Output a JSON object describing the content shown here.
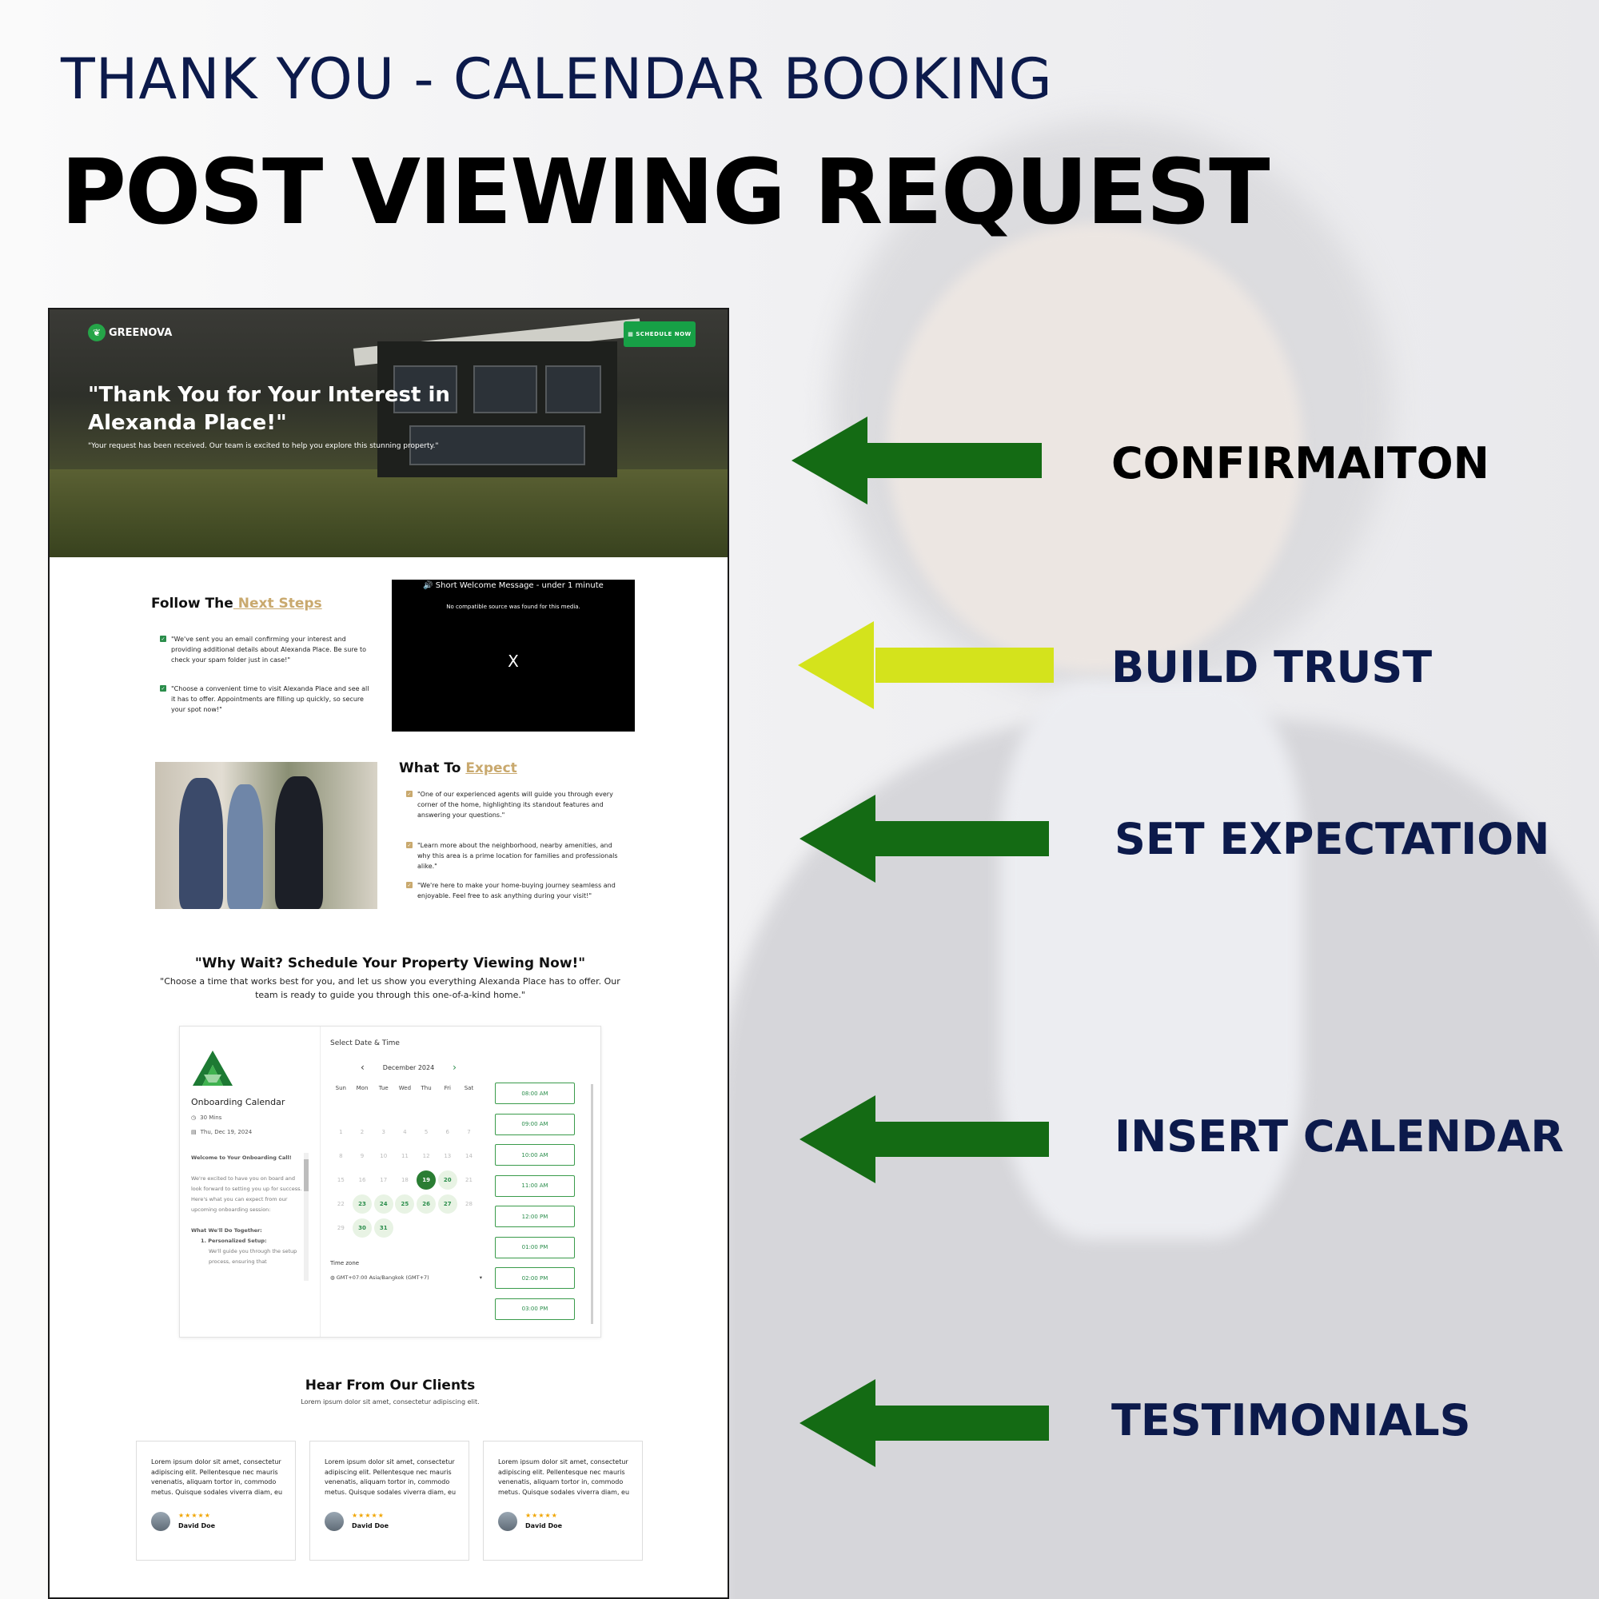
{
  "heading": {
    "subtitle": "THANK YOU - CALENDAR BOOKING",
    "title": "POST VIEWING REQUEST"
  },
  "colors": {
    "navy": "#0c1a4b",
    "arrow_green": "#146b14",
    "arrow_lime": "#d4e31c",
    "brand_green": "#17a046",
    "accent_gold": "#c9a96e"
  },
  "annotations": [
    {
      "label": "CONFIRMAITON",
      "arrow_color": "#146b14",
      "label_color": "#000000"
    },
    {
      "label": "BUILD TRUST",
      "arrow_color": "#d4e31c",
      "label_color": "#0c1a4b"
    },
    {
      "label": "SET EXPECTATION",
      "arrow_color": "#146b14",
      "label_color": "#0c1a4b"
    },
    {
      "label": "INSERT CALENDAR",
      "arrow_color": "#146b14",
      "label_color": "#0c1a4b"
    },
    {
      "label": "TESTIMONIALS",
      "arrow_color": "#146b14",
      "label_color": "#0c1a4b"
    }
  ],
  "mockup": {
    "logo_text": "GREENOVA",
    "schedule_button": "▦ SCHEDULE NOW",
    "hero_title": "\"Thank You for Your Interest in Alexanda Place!\"",
    "hero_subtitle": "\"Your request has been received. Our team is excited to help you explore this stunning property.\"",
    "next_steps": {
      "title_prefix": "Follow The",
      "title_accent": " Next Steps",
      "items": [
        "\"We've sent you an email confirming your interest and providing additional details about Alexanda Place. Be sure to check your spam folder just in case!\"",
        "\"Choose a convenient time to visit Alexanda Place and see all it has to offer. Appointments are filling up quickly, so secure your spot now!\""
      ]
    },
    "video": {
      "title": "🔊 Short Welcome Message - under 1 minute",
      "message": "No compatible source was found for this media.",
      "close": "X"
    },
    "expect": {
      "title_prefix": "What To ",
      "title_accent": "Expect",
      "items": [
        "\"One of our experienced agents will guide you through every corner of the home, highlighting its standout features and answering your questions.\"",
        "\"Learn more about the neighborhood, nearby amenities, and why this area is a prime location for families and professionals alike.\"",
        "\"We're here to make your home-buying journey seamless and enjoyable. Feel free to ask anything during your visit!\""
      ]
    },
    "why_wait": {
      "title": "\"Why Wait? Schedule Your Property Viewing Now!\"",
      "subtitle": "\"Choose a time that works best for you, and let us show you everything Alexanda Place has to offer. Our team is ready to guide you through this one-of-a-kind home.\""
    },
    "calendar": {
      "name": "Onboarding Calendar",
      "duration": "30 Mins",
      "date": "Thu, Dec 19, 2024",
      "desc_title": "Welcome to Your Onboarding Call!",
      "desc_body": "We're excited to have you on board and look forward to setting you up for success. Here's what you can expect from our upcoming onboarding session:",
      "desc_list_title": "What We'll Do Together:",
      "desc_item": "1. Personalized Setup:",
      "desc_item_body": "We'll guide you through the setup process, ensuring that",
      "select_label": "Select Date & Time",
      "month": "December 2024",
      "day_names": [
        "Sun",
        "Mon",
        "Tue",
        "Wed",
        "Thu",
        "Fri",
        "Sat"
      ],
      "days": [
        {
          "d": "",
          "s": "x"
        },
        {
          "d": "",
          "s": "x"
        },
        {
          "d": "",
          "s": "x"
        },
        {
          "d": "",
          "s": "x"
        },
        {
          "d": "",
          "s": "x"
        },
        {
          "d": "",
          "s": "x"
        },
        {
          "d": "",
          "s": "x"
        },
        {
          "d": "1",
          "s": "off"
        },
        {
          "d": "2",
          "s": "off"
        },
        {
          "d": "3",
          "s": "off"
        },
        {
          "d": "4",
          "s": "off"
        },
        {
          "d": "5",
          "s": "off"
        },
        {
          "d": "6",
          "s": "off"
        },
        {
          "d": "7",
          "s": "off"
        },
        {
          "d": "8",
          "s": "off"
        },
        {
          "d": "9",
          "s": "off"
        },
        {
          "d": "10",
          "s": "off"
        },
        {
          "d": "11",
          "s": "off"
        },
        {
          "d": "12",
          "s": "off"
        },
        {
          "d": "13",
          "s": "off"
        },
        {
          "d": "14",
          "s": "off"
        },
        {
          "d": "15",
          "s": "off"
        },
        {
          "d": "16",
          "s": "off"
        },
        {
          "d": "17",
          "s": "off"
        },
        {
          "d": "18",
          "s": "off"
        },
        {
          "d": "19",
          "s": "sel"
        },
        {
          "d": "20",
          "s": "av"
        },
        {
          "d": "21",
          "s": "off"
        },
        {
          "d": "22",
          "s": "off"
        },
        {
          "d": "23",
          "s": "av"
        },
        {
          "d": "24",
          "s": "av"
        },
        {
          "d": "25",
          "s": "av"
        },
        {
          "d": "26",
          "s": "av"
        },
        {
          "d": "27",
          "s": "av"
        },
        {
          "d": "28",
          "s": "off"
        },
        {
          "d": "29",
          "s": "off"
        },
        {
          "d": "30",
          "s": "av"
        },
        {
          "d": "31",
          "s": "av"
        }
      ],
      "timezone_label": "Time zone",
      "timezone": "GMT+07:00 Asia/Bangkok (GMT+7)",
      "slots": [
        "08:00 AM",
        "09:00 AM",
        "10:00 AM",
        "11:00 AM",
        "12:00 PM",
        "01:00 PM",
        "02:00 PM",
        "03:00 PM"
      ]
    },
    "testimonials": {
      "title": "Hear From Our Clients",
      "subtitle": "Lorem ipsum dolor sit amet, consectetur adipiscing elit.",
      "cards": [
        {
          "text": "Lorem ipsum dolor sit amet, consectetur adipiscing elit. Pellentesque nec mauris venenatis, aliquam tortor in, commodo metus. Quisque sodales viverra diam, eu",
          "stars": "★★★★★",
          "name": "David Doe"
        },
        {
          "text": "Lorem ipsum dolor sit amet, consectetur adipiscing elit. Pellentesque nec mauris venenatis, aliquam tortor in, commodo metus. Quisque sodales viverra diam, eu",
          "stars": "★★★★★",
          "name": "David Doe"
        },
        {
          "text": "Lorem ipsum dolor sit amet, consectetur adipiscing elit. Pellentesque nec mauris venenatis, aliquam tortor in, commodo metus. Quisque sodales viverra diam, eu",
          "stars": "★★★★★",
          "name": "David Doe"
        }
      ]
    }
  }
}
